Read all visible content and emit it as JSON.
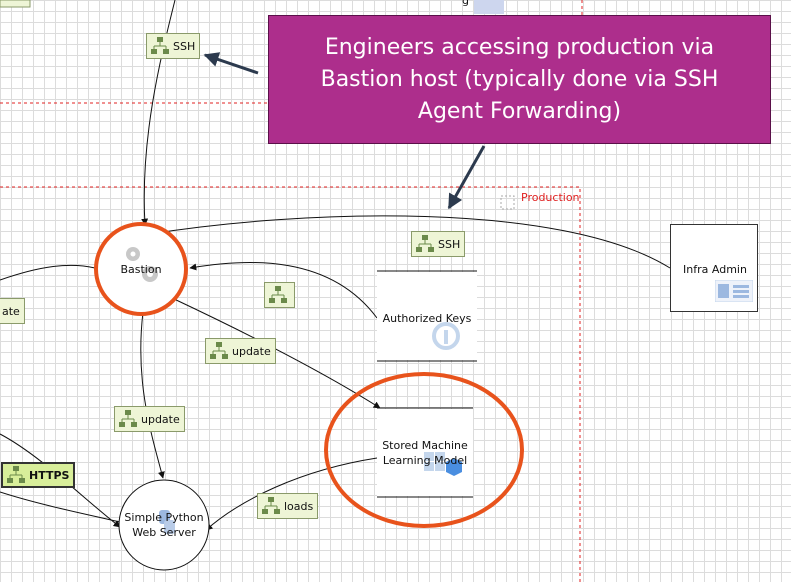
{
  "callout": {
    "text": "Engineers accessing production via Bastion host (typically done via SSH Agent Forwarding)"
  },
  "boundary": {
    "label": "Production",
    "color": "#e02020"
  },
  "nodes": {
    "bastion": "Bastion",
    "authorized_keys": "Authorized Keys",
    "stored_model": "Stored Machine Learning Model",
    "web_server": "Simple Python Web Server",
    "infra_admin": "Infra Admin"
  },
  "flows": {
    "ssh_top": "SSH",
    "ssh_production": "SSH",
    "unlabeled": "",
    "update_partial": "ate",
    "update_mid": "update",
    "update_left": "update",
    "https": "HTTPS",
    "loads": "loads",
    "partial_top": "g"
  },
  "colors": {
    "callout_bg": "#ad2e8c",
    "highlight": "#e8531c",
    "boundary": "#e02020",
    "flow_bg": "#eef5d6"
  }
}
